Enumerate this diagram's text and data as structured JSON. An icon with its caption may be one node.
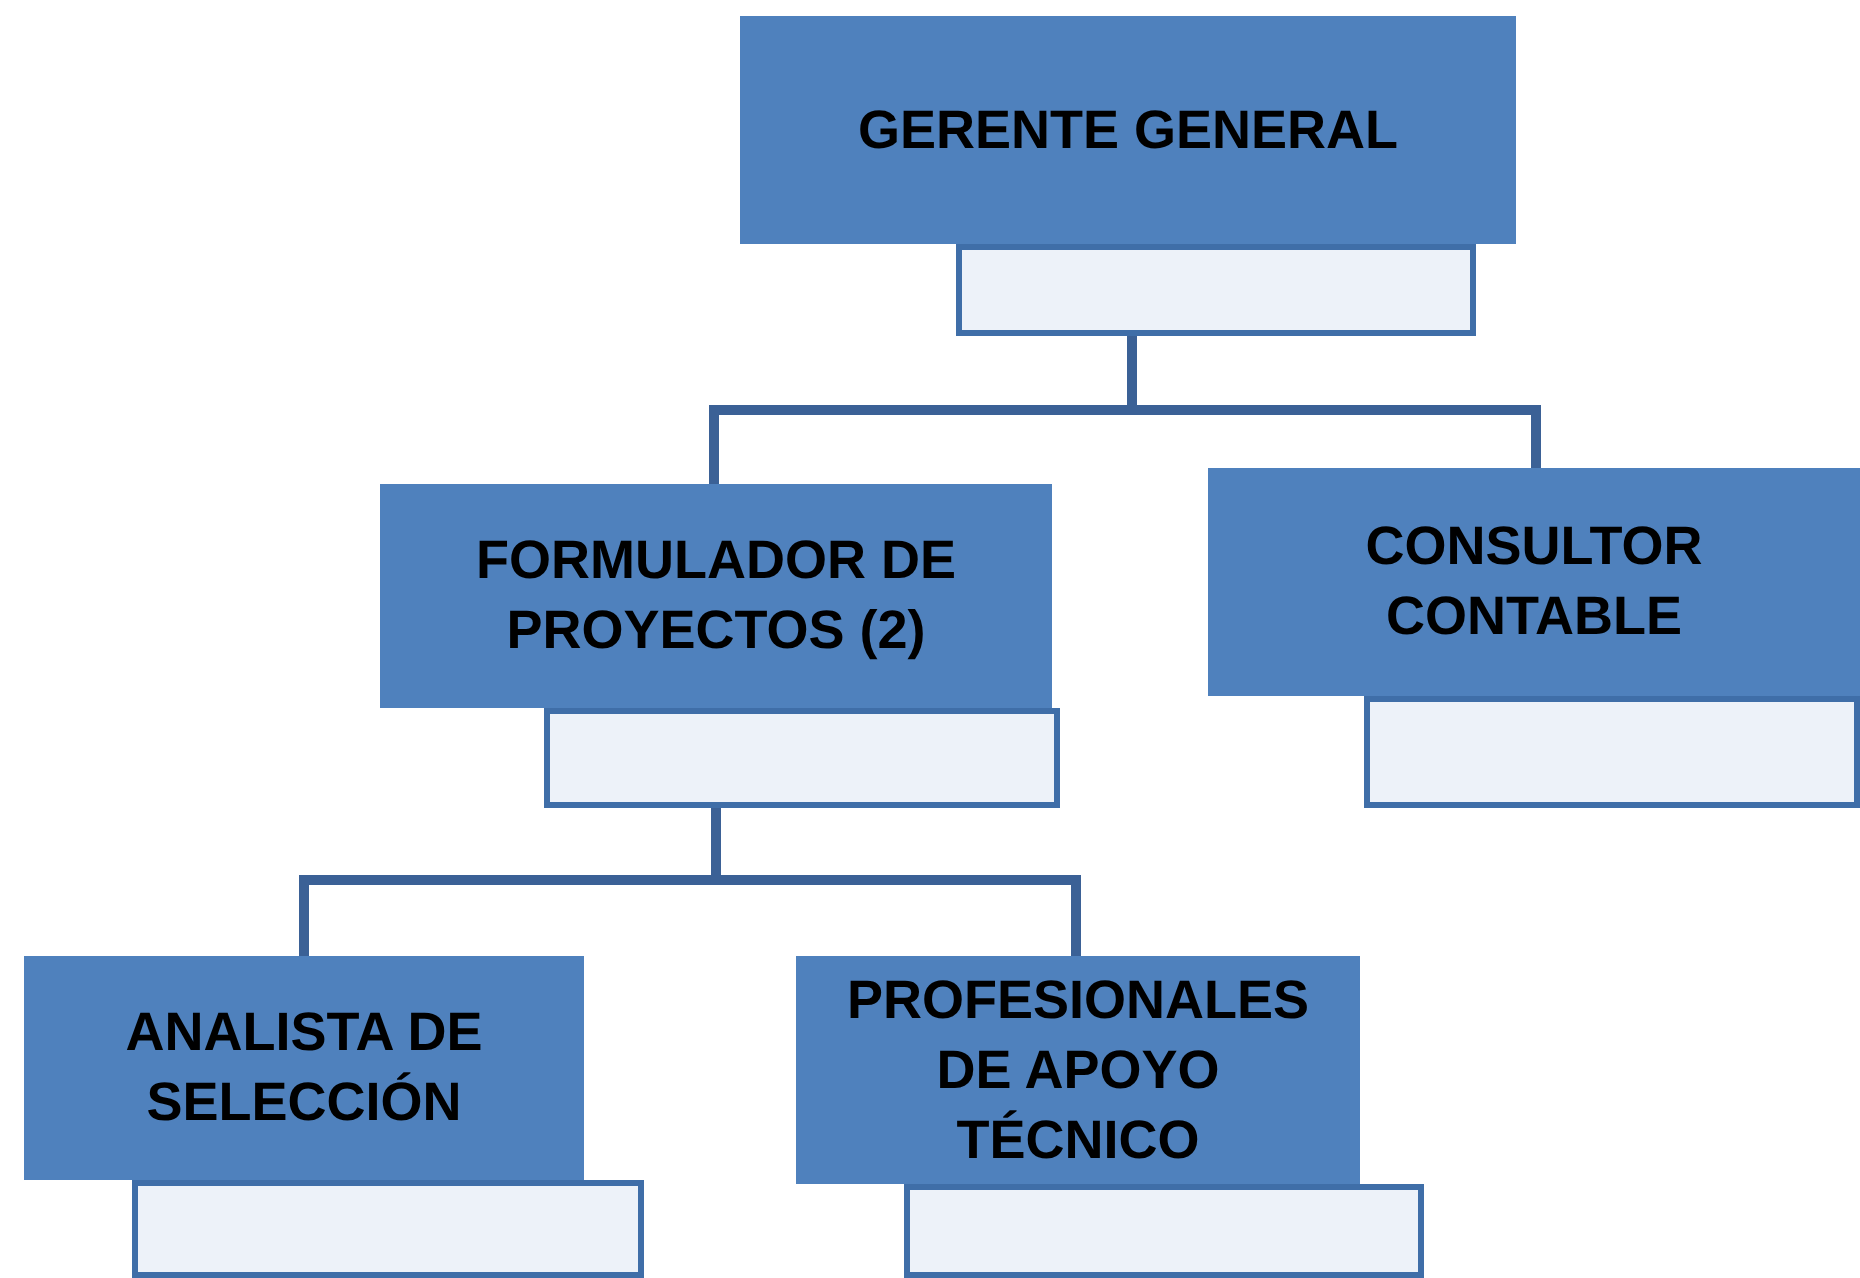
{
  "diagram": {
    "nodes": [
      {
        "text": [
          "GERENTE GENERAL"
        ]
      },
      {
        "text": [],
        "shape": "box"
      },
      {
        "text": [
          "FORMULADOR DE PROYECTOS (2)"
        ]
      },
      {
        "text": [],
        "shape": "box"
      },
      {
        "text": [
          "CONSULTOR CONTABLE"
        ]
      },
      {
        "text": [],
        "shape": "box"
      },
      {
        "text": [
          "ANALISTA DE SELECCIÓN"
        ]
      },
      {
        "text": [],
        "shape": "box"
      },
      {
        "text": [
          "PROFESIONALES DE APOYO TÉCNICO"
        ]
      },
      {
        "text": [],
        "shape": "box"
      }
    ],
    "edges": [
      {
        "from": 1,
        "to": 2,
        "arrow": "none"
      },
      {
        "from": 1,
        "to": 4,
        "arrow": "none"
      },
      {
        "from": 3,
        "to": 6,
        "arrow": "none"
      },
      {
        "from": 3,
        "to": 8,
        "arrow": "none"
      }
    ]
  }
}
